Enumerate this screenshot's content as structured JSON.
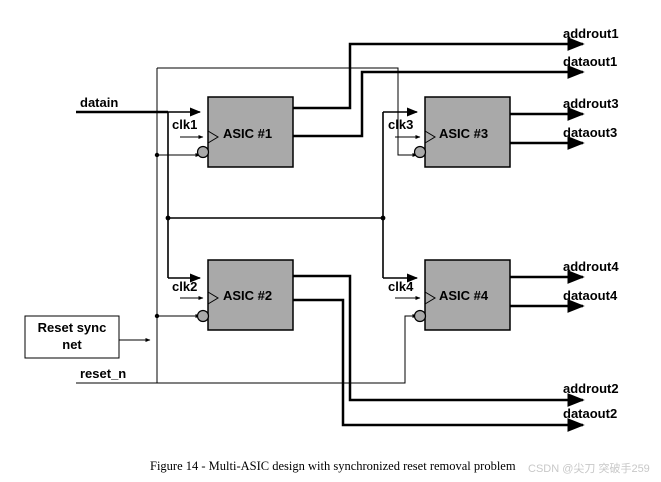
{
  "asics": [
    {
      "name": "ASIC #1",
      "clk": "clk1"
    },
    {
      "name": "ASIC #2",
      "clk": "clk2"
    },
    {
      "name": "ASIC #3",
      "clk": "clk3"
    },
    {
      "name": "ASIC #4",
      "clk": "clk4"
    }
  ],
  "inputs": {
    "datain": "datain",
    "reset_n": "reset_n"
  },
  "reset_sync": {
    "line1": "Reset sync",
    "line2": "net"
  },
  "outputs": {
    "addrout1": "addrout1",
    "dataout1": "dataout1",
    "addrout2": "addrout2",
    "dataout2": "dataout2",
    "addrout3": "addrout3",
    "dataout3": "dataout3",
    "addrout4": "addrout4",
    "dataout4": "dataout4"
  },
  "caption": "Figure 14 - Multi-ASIC design with synchronized reset removal problem",
  "watermark": "CSDN @尖刀 突破手259",
  "colors": {
    "asic_fill": "#a9a9a9",
    "line": "#000000",
    "background": "#ffffff"
  }
}
